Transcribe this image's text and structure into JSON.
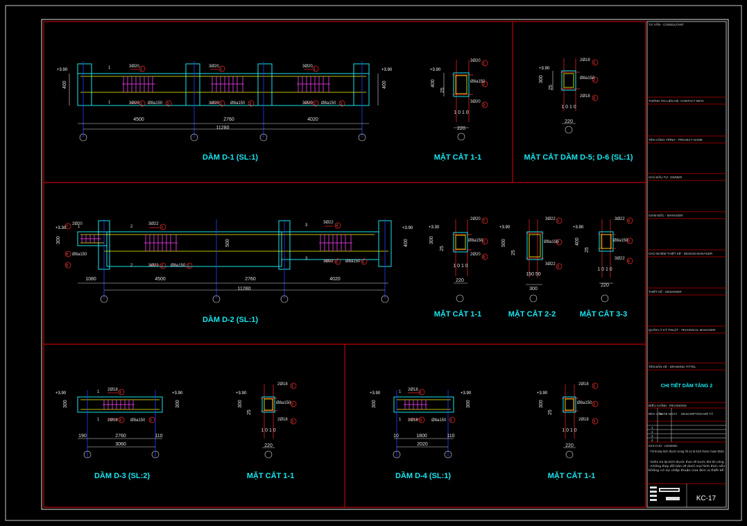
{
  "colors": {
    "frame": "#c8c8c8",
    "panel_border": "#c00000",
    "title_text": "#19e6f0",
    "concrete": "#19e6f0",
    "rebar": "#ff2a2a",
    "stirrup": "#ff40ff",
    "axis": "#2040ff",
    "dim": "#e0e0e0",
    "lines": "#ffff00"
  },
  "drawings": {
    "d1": {
      "title": "DẦM D-1 (SL:1)",
      "level_left": "+3.90",
      "level_right": "+3.90",
      "height_left": "400",
      "height_right": "400",
      "dims": [
        "4500",
        "2760",
        "4020"
      ],
      "total": "11280",
      "top_bars": [
        "3Ø20",
        "3Ø20",
        "3Ø20"
      ],
      "bottom_bars": [
        "3Ø20",
        "3Ø20",
        "3Ø20"
      ],
      "stirrups": [
        "Ø8a150",
        "Ø8a150",
        "Ø8a150"
      ],
      "cut": "1",
      "section_title": "MẶT CẮT 1-1",
      "section": {
        "level": "+3.90",
        "top": "3Ø20",
        "bottom": "3Ø20",
        "stirrup": "Ø8a150",
        "height": "400",
        "cover": "25",
        "width": "220",
        "ticks": "1 0 1 0"
      }
    },
    "d56": {
      "title": "MẶT CẮT DẦM D-5; D-6 (SL:1)",
      "level": "+3.90",
      "top": "2Ø18",
      "bottom": "2Ø18",
      "stirrup": "Ø8a150",
      "height": "300",
      "cover": "25",
      "width": "220",
      "ticks": "1 0 1 0"
    },
    "d2": {
      "title": "DẦM D-2 (SL:1)",
      "level_left": "+3.30",
      "level_right": "+3.90",
      "height_left": "300",
      "height_mid": "500",
      "height_right": "400",
      "dims": [
        "1080",
        "4500",
        "2760",
        "4020"
      ],
      "total": "11280",
      "top_bars": [
        "2Ø20",
        "3Ø22",
        "3Ø22"
      ],
      "bottom_bars": [
        "3Ø22",
        "3Ø22"
      ],
      "stirrups": [
        "Ø8a150",
        "Ø8a150",
        "Ø8a150"
      ],
      "cuts": [
        "1",
        "2",
        "3"
      ],
      "sections": [
        {
          "title": "MẶT CẮT 1-1",
          "level": "+3.30",
          "top": "2Ø20",
          "bottom": "2Ø20",
          "stirrup": "Ø8a150",
          "height": "300",
          "cover": "25",
          "width": "220",
          "ticks": "1 0 1 0"
        },
        {
          "title": "MẶT CẮT 2-2",
          "level": "+3.90",
          "top": "3Ø22",
          "bottom": "3Ø22",
          "stirrup": "Ø8a150",
          "height": "500",
          "cover": "25",
          "width": "300",
          "ticks": "150 50"
        },
        {
          "title": "MẶT CẮT 3-3",
          "level": "+3.90",
          "top": "3Ø22",
          "bottom": "3Ø22",
          "stirrup": "Ø8a150",
          "height": "400",
          "cover": "25",
          "width": "220",
          "ticks": "1 0 1 0"
        }
      ]
    },
    "d3": {
      "title": "DẦM D-3 (SL:2)",
      "level_left": "+3.90",
      "level_right": "+3.90",
      "height_left": "300",
      "height_right": "300",
      "dims": [
        "190",
        "2760",
        "110"
      ],
      "total": "3060",
      "top_bar": "2Ø18",
      "bottom_bar": "2Ø18",
      "stirrup": "Ø8a150",
      "section_title": "MẶT CẮT 1-1",
      "section": {
        "level": "+3.90",
        "top": "2Ø18",
        "bottom": "2Ø18",
        "stirrup": "Ø8a150",
        "height": "300",
        "cover": "25",
        "width": "220",
        "ticks": "1 0 1 0"
      }
    },
    "d4": {
      "title": "DẦM D-4 (SL:1)",
      "level_left": "+3.90",
      "level_right": "+3.90",
      "height_left": "300",
      "height_right": "300",
      "dims": [
        "10",
        "1800",
        "110"
      ],
      "total": "2020",
      "top_bar": "2Ø18",
      "bottom_bar": "2Ø18",
      "stirrup": "Ø8a150",
      "section_title": "MẶT CẮT 1-1",
      "section": {
        "level": "+3.90",
        "top": "2Ø18",
        "bottom": "2Ø18",
        "stirrup": "Ø8a150",
        "height": "300",
        "cover": "25",
        "width": "220",
        "ticks": "1 0 1 0"
      }
    }
  },
  "titleblock": {
    "consultant": "TƯ VẤN - CONSULTANT",
    "contractor": "THÔNG TIN LIÊN HỆ- CONTACT INFO",
    "project": "TÊN CÔNG TRÌNH - PROJECT NAME",
    "owner": "CHỦ ĐẦU TƯ- OWNER",
    "manager": "GIÁM ĐỐC - MANAGER",
    "design_manager": "CHỦ NHIỆM THIẾT KẾ - DESIGN MANAGER",
    "designer": "THIẾT KẾ - DESIGNER",
    "tech_manager": "QUẢN LÝ KỸ THUẬT - TECHNICAL MANAGER",
    "drawing_title_label": "TÊN BẢN VẼ - DRAWING TITTEL",
    "drawing_title": "CHI TIẾT DẦM TẦNG 2",
    "revision_label": "ĐIỀU CHỈNH - REVISIONS",
    "rev_headers": [
      "REV. LẦN",
      "DATE NGÀY",
      "DESCRIPTION MÔ TẢ"
    ],
    "rev_rows": [
      "1",
      "2",
      "3",
      "4"
    ],
    "legend_label": "GHI CHÚ - LEGEND",
    "notes": [
      "- Trình bày kích thước trong hồ sơ là kích thước hoàn thiện.",
      "- Kiểm tra lại kích thước thực tế trước khi thi công.",
      "- Không thay đổi bản vẽ dưới mọi hình thức nếu",
      "không có sự chấp thuận của đơn vị thiết kế."
    ],
    "sheet_code": "KC-17"
  }
}
